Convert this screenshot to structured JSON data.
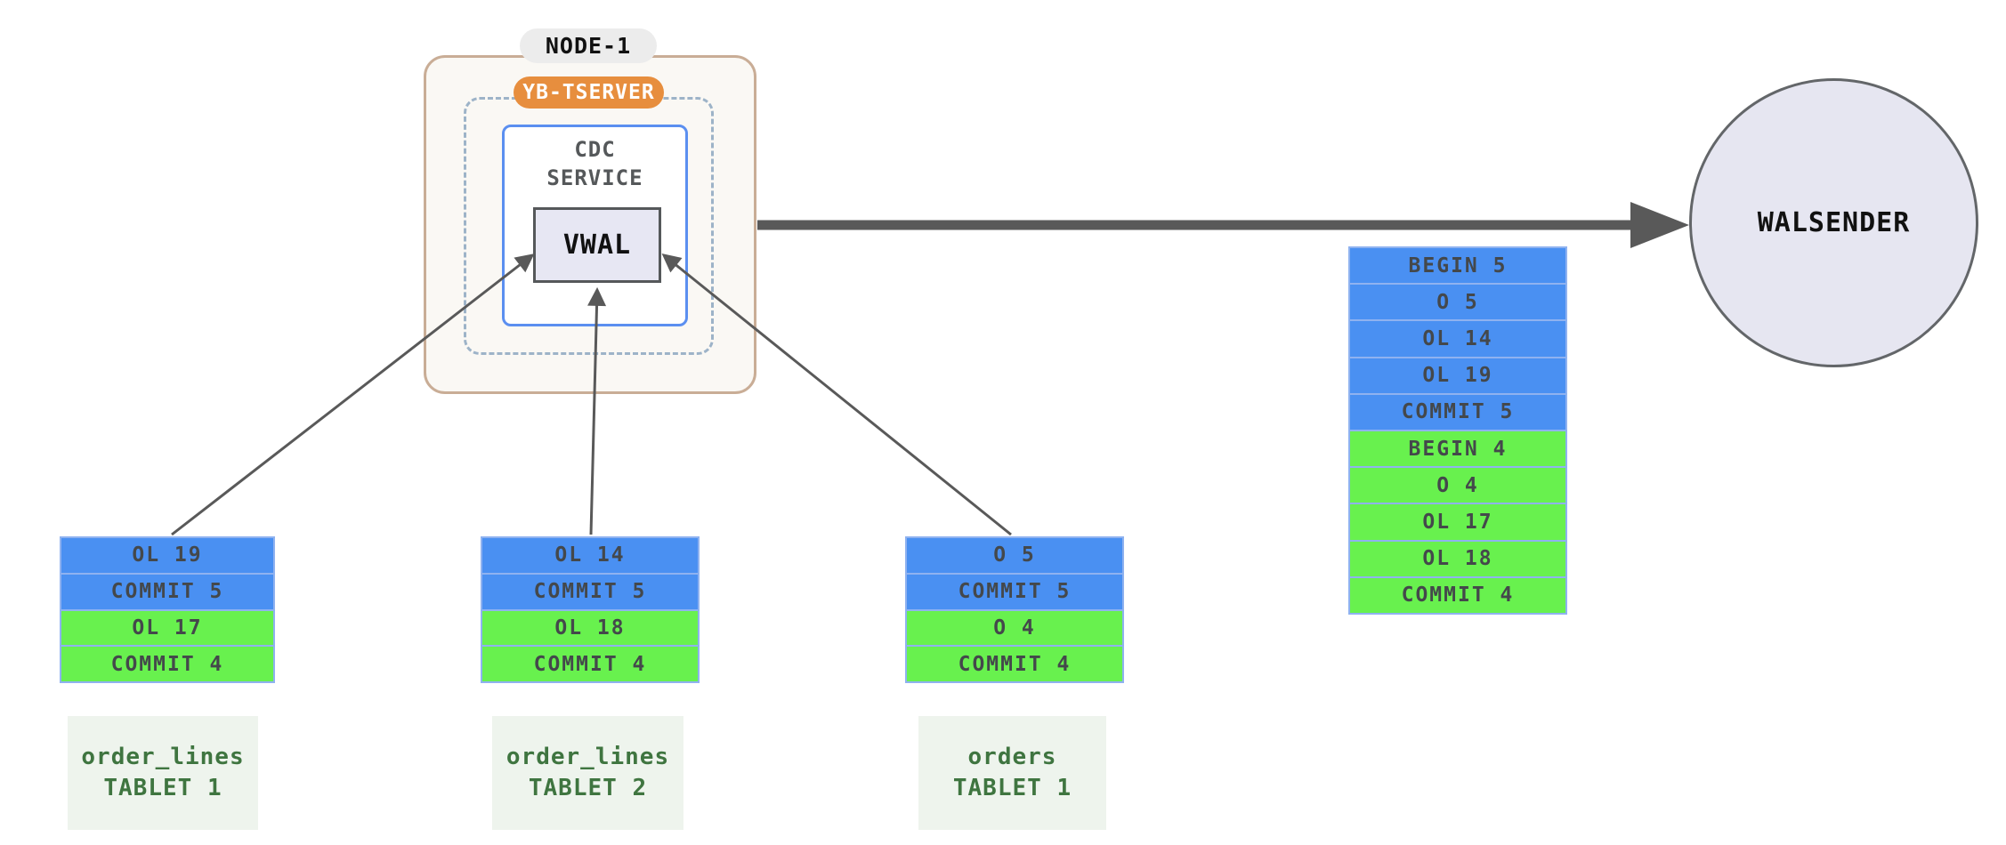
{
  "colors": {
    "blue": "#4a90f2",
    "green": "#68f14e",
    "rowborder": "#8fb2f0",
    "rowtext": "#44484b",
    "arrow": "#595959",
    "nodeborder": "#c9ad96",
    "nodefill": "#faf8f4",
    "dashed": "#9db3c8",
    "orange": "#e78e3e",
    "cdcborder": "#5b8ff0",
    "vwalfill": "#e7e7f3",
    "circlefill": "#e6e6f1",
    "labelbg": "#eef4ed",
    "labeltext": "#3f7540"
  },
  "node": {
    "label": "NODE-1",
    "tserver_label": "YB-TSERVER",
    "cdc_service_label": "CDC\nSERVICE",
    "vwal_label": "VWAL"
  },
  "walsender": {
    "label": "WALSENDER"
  },
  "merged_stream": {
    "rows": [
      {
        "label": "BEGIN 5",
        "color": "blue"
      },
      {
        "label": "O 5",
        "color": "blue"
      },
      {
        "label": "OL 14",
        "color": "blue"
      },
      {
        "label": "OL 19",
        "color": "blue"
      },
      {
        "label": "COMMIT 5",
        "color": "blue"
      },
      {
        "label": "BEGIN 4",
        "color": "green"
      },
      {
        "label": "O 4",
        "color": "green"
      },
      {
        "label": "OL 17",
        "color": "green"
      },
      {
        "label": "OL 18",
        "color": "green"
      },
      {
        "label": "COMMIT 4",
        "color": "green"
      }
    ]
  },
  "tablets": [
    {
      "name": "order_lines",
      "tablet": "TABLET 1",
      "rows": [
        {
          "label": "OL 19",
          "color": "blue"
        },
        {
          "label": "COMMIT 5",
          "color": "blue"
        },
        {
          "label": "OL 17",
          "color": "green"
        },
        {
          "label": "COMMIT 4",
          "color": "green"
        }
      ]
    },
    {
      "name": "order_lines",
      "tablet": "TABLET 2",
      "rows": [
        {
          "label": "OL 14",
          "color": "blue"
        },
        {
          "label": "COMMIT 5",
          "color": "blue"
        },
        {
          "label": "OL 18",
          "color": "green"
        },
        {
          "label": "COMMIT 4",
          "color": "green"
        }
      ]
    },
    {
      "name": "orders",
      "tablet": "TABLET 1",
      "rows": [
        {
          "label": "O 5",
          "color": "blue"
        },
        {
          "label": "COMMIT 5",
          "color": "blue"
        },
        {
          "label": "O 4",
          "color": "green"
        },
        {
          "label": "COMMIT 4",
          "color": "green"
        }
      ]
    }
  ]
}
